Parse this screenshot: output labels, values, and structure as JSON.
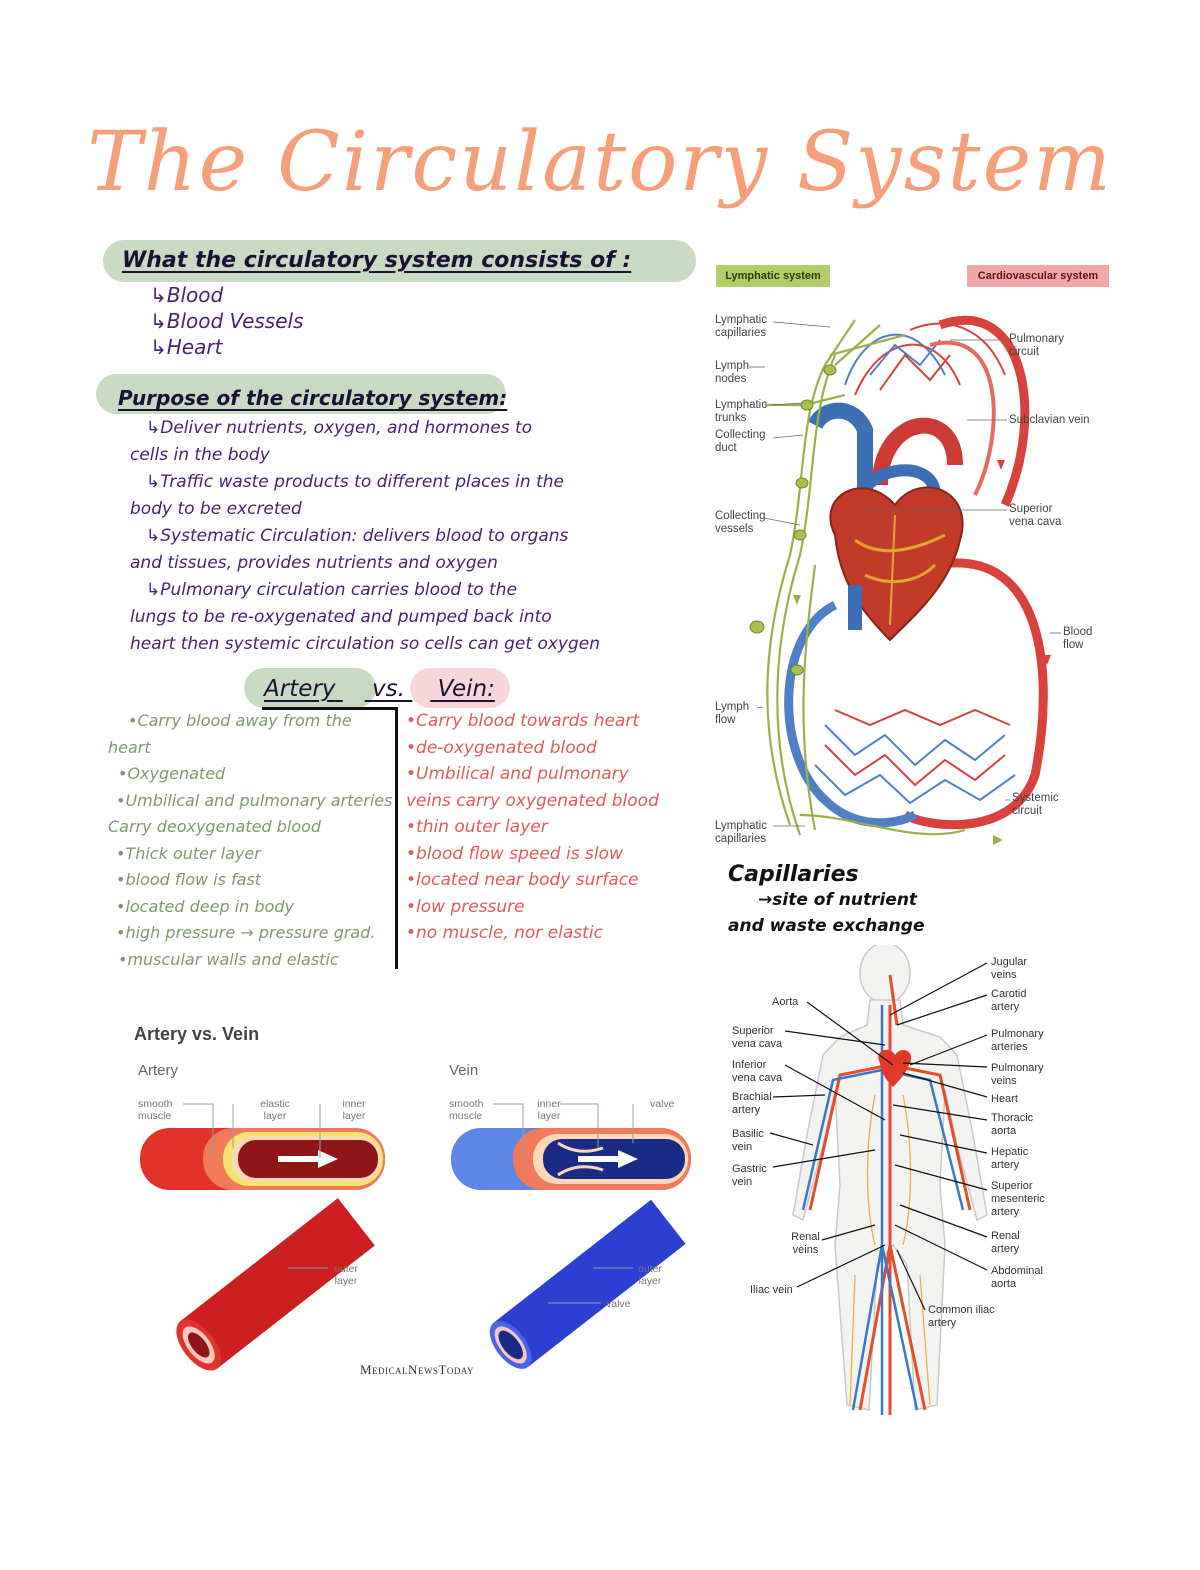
{
  "title": "The Circulatory System",
  "section1": {
    "heading": "What the circulatory system consists of :",
    "items": [
      "↳Blood",
      "↳Blood Vessels",
      "↳Heart"
    ]
  },
  "section2": {
    "heading": "Purpose of the circulatory system:",
    "paragraphs": [
      [
        "↳Deliver nutrients, oxygen, and hormones to",
        "cells in the body"
      ],
      [
        "↳Traffic waste products to different places in the",
        "body to be excreted"
      ],
      [
        "↳Systematic Circulation: delivers blood to organs",
        "and tissues, provides nutrients and oxygen"
      ],
      [
        "↳Pulmonary circulation carries blood to the",
        "lungs to be re-oxygenated and pumped back into",
        "heart then systemic circulation so cells can get oxygen"
      ]
    ]
  },
  "comparison": {
    "left_heading": "Artery",
    "vs": "vs.",
    "right_heading": "Vein:",
    "artery_lines": [
      "•Carry blood away from the",
      "heart",
      "•Oxygenated",
      "•Umbilical and pulmonary arteries",
      "Carry deoxygenated blood",
      "•Thick outer layer",
      "•blood flow is fast",
      "•located deep in body",
      "•high pressure → pressure grad.",
      "•muscular walls and elastic"
    ],
    "vein_lines": [
      "•Carry blood towards heart",
      "•de-oxygenated blood",
      "•Umbilical and pulmonary",
      "veins carry oxygenated blood",
      "•thin outer layer",
      "•blood flow speed is slow",
      "•located near body surface",
      "•low pressure",
      "•no muscle, nor elastic"
    ]
  },
  "lymph_diagram": {
    "tag_left": "Lymphatic system",
    "tag_right": "Cardiovascular system",
    "left_labels": [
      "Lymphatic capillaries",
      "Lymph nodes",
      "Lymphatic trunks",
      "Collecting duct",
      "Collecting vessels",
      "Lymph flow",
      "Lymphatic capillaries"
    ],
    "right_labels": [
      "Pulmonary circuit",
      "Subclavian vein",
      "Superior vena cava",
      "Blood flow",
      "Systemic circuit"
    ],
    "colors": {
      "tag_left": "#b5cc6a",
      "tag_right": "#f3a7a7",
      "artery": "#d9413d",
      "vein": "#4f80c4",
      "lymph": "#9ab048"
    }
  },
  "capillaries": {
    "heading": "Capillaries",
    "lines": [
      "→site of nutrient",
      "and waste exchange"
    ]
  },
  "body_diagram": {
    "left_labels": [
      "Aorta",
      "Superior vena cava",
      "Inferior vena cava",
      "Brachial artery",
      "Basilic vein",
      "Gastric vein",
      "Renal veins",
      "Iliac vein"
    ],
    "right_labels": [
      "Jugular veins",
      "Carotid artery",
      "Pulmonary arteries",
      "Pulmonary veins",
      "Heart",
      "Thoracic aorta",
      "Hepatic artery",
      "Superior mesenteric artery",
      "Renal artery",
      "Abdominal aorta",
      "Common iliac artery"
    ]
  },
  "artery_vein_figure": {
    "title": "Artery vs. Vein",
    "artery": {
      "name": "Artery",
      "labels": [
        "smooth muscle",
        "elastic layer",
        "inner layer",
        "outer layer"
      ]
    },
    "vein": {
      "name": "Vein",
      "labels": [
        "smooth muscle",
        "inner layer",
        "valve",
        "outer layer",
        "valve"
      ]
    },
    "credit": "MedicalNewsToday"
  }
}
